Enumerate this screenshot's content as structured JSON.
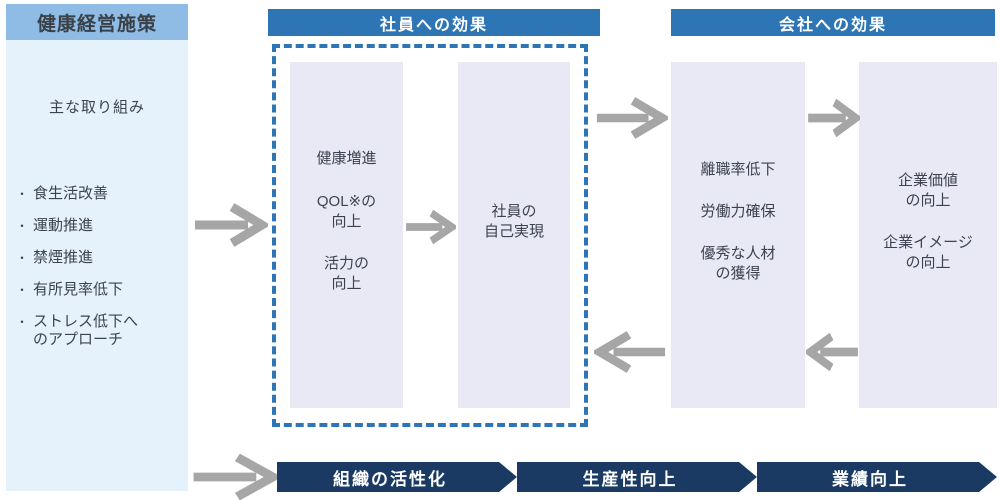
{
  "palette": {
    "left_header_bg": "#8FBCE5",
    "left_body_bg": "#E6F2FB",
    "section_header_bg": "#2E75B6",
    "dashed_border": "#2E75B6",
    "effect_box_bg": "#E9E9F6",
    "banner_bg": "#1A3A64",
    "arrow_gray": "#A6A6A6",
    "text_dark": "#3C4250"
  },
  "left_panel": {
    "title": "健康経営施策",
    "subtitle": "主な取り組み",
    "bullet_char": "・",
    "items": [
      "食生活改善",
      "運動推進",
      "禁煙推進",
      "有所見率低下",
      "ストレス低下へ\nのアプローチ"
    ]
  },
  "employee_effects": {
    "header": "社員への効果",
    "box1_paragraphs": [
      "健康増進",
      "QOL※の\n向上",
      "活力の\n向上"
    ],
    "box2_paragraphs": [
      "社員の\n自己実現"
    ]
  },
  "company_effects": {
    "header": "会社への効果",
    "box1_paragraphs": [
      "離職率低下",
      "労働力確保",
      "優秀な人材\nの獲得"
    ],
    "box2_paragraphs": [
      "企業価値\nの向上",
      "企業イメージ\nの向上"
    ]
  },
  "bottom_flow": {
    "steps": [
      "組織の活性化",
      "生産性向上",
      "業績向上"
    ]
  }
}
